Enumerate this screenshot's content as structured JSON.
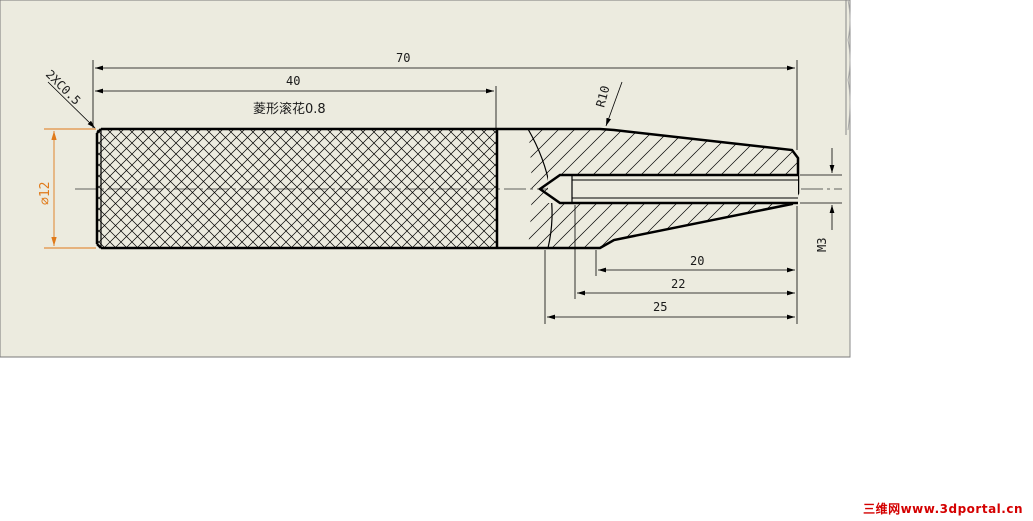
{
  "drawing": {
    "dimensions": {
      "overall_length": "70",
      "knurl_length": "40",
      "knurl_note": "菱形滚花0.8",
      "chamfer": "2XC0.5",
      "radius": "R10",
      "diameter": "⌀12",
      "thread": "M3",
      "thread_depth": "20",
      "drill_depth": "22",
      "tip_length": "25"
    }
  },
  "watermark": "三维网www.3dportal.cn",
  "colors": {
    "paper": "#ecebdf",
    "line": "#000000",
    "accent": "#e07a1a",
    "watermark": "#d40000"
  }
}
